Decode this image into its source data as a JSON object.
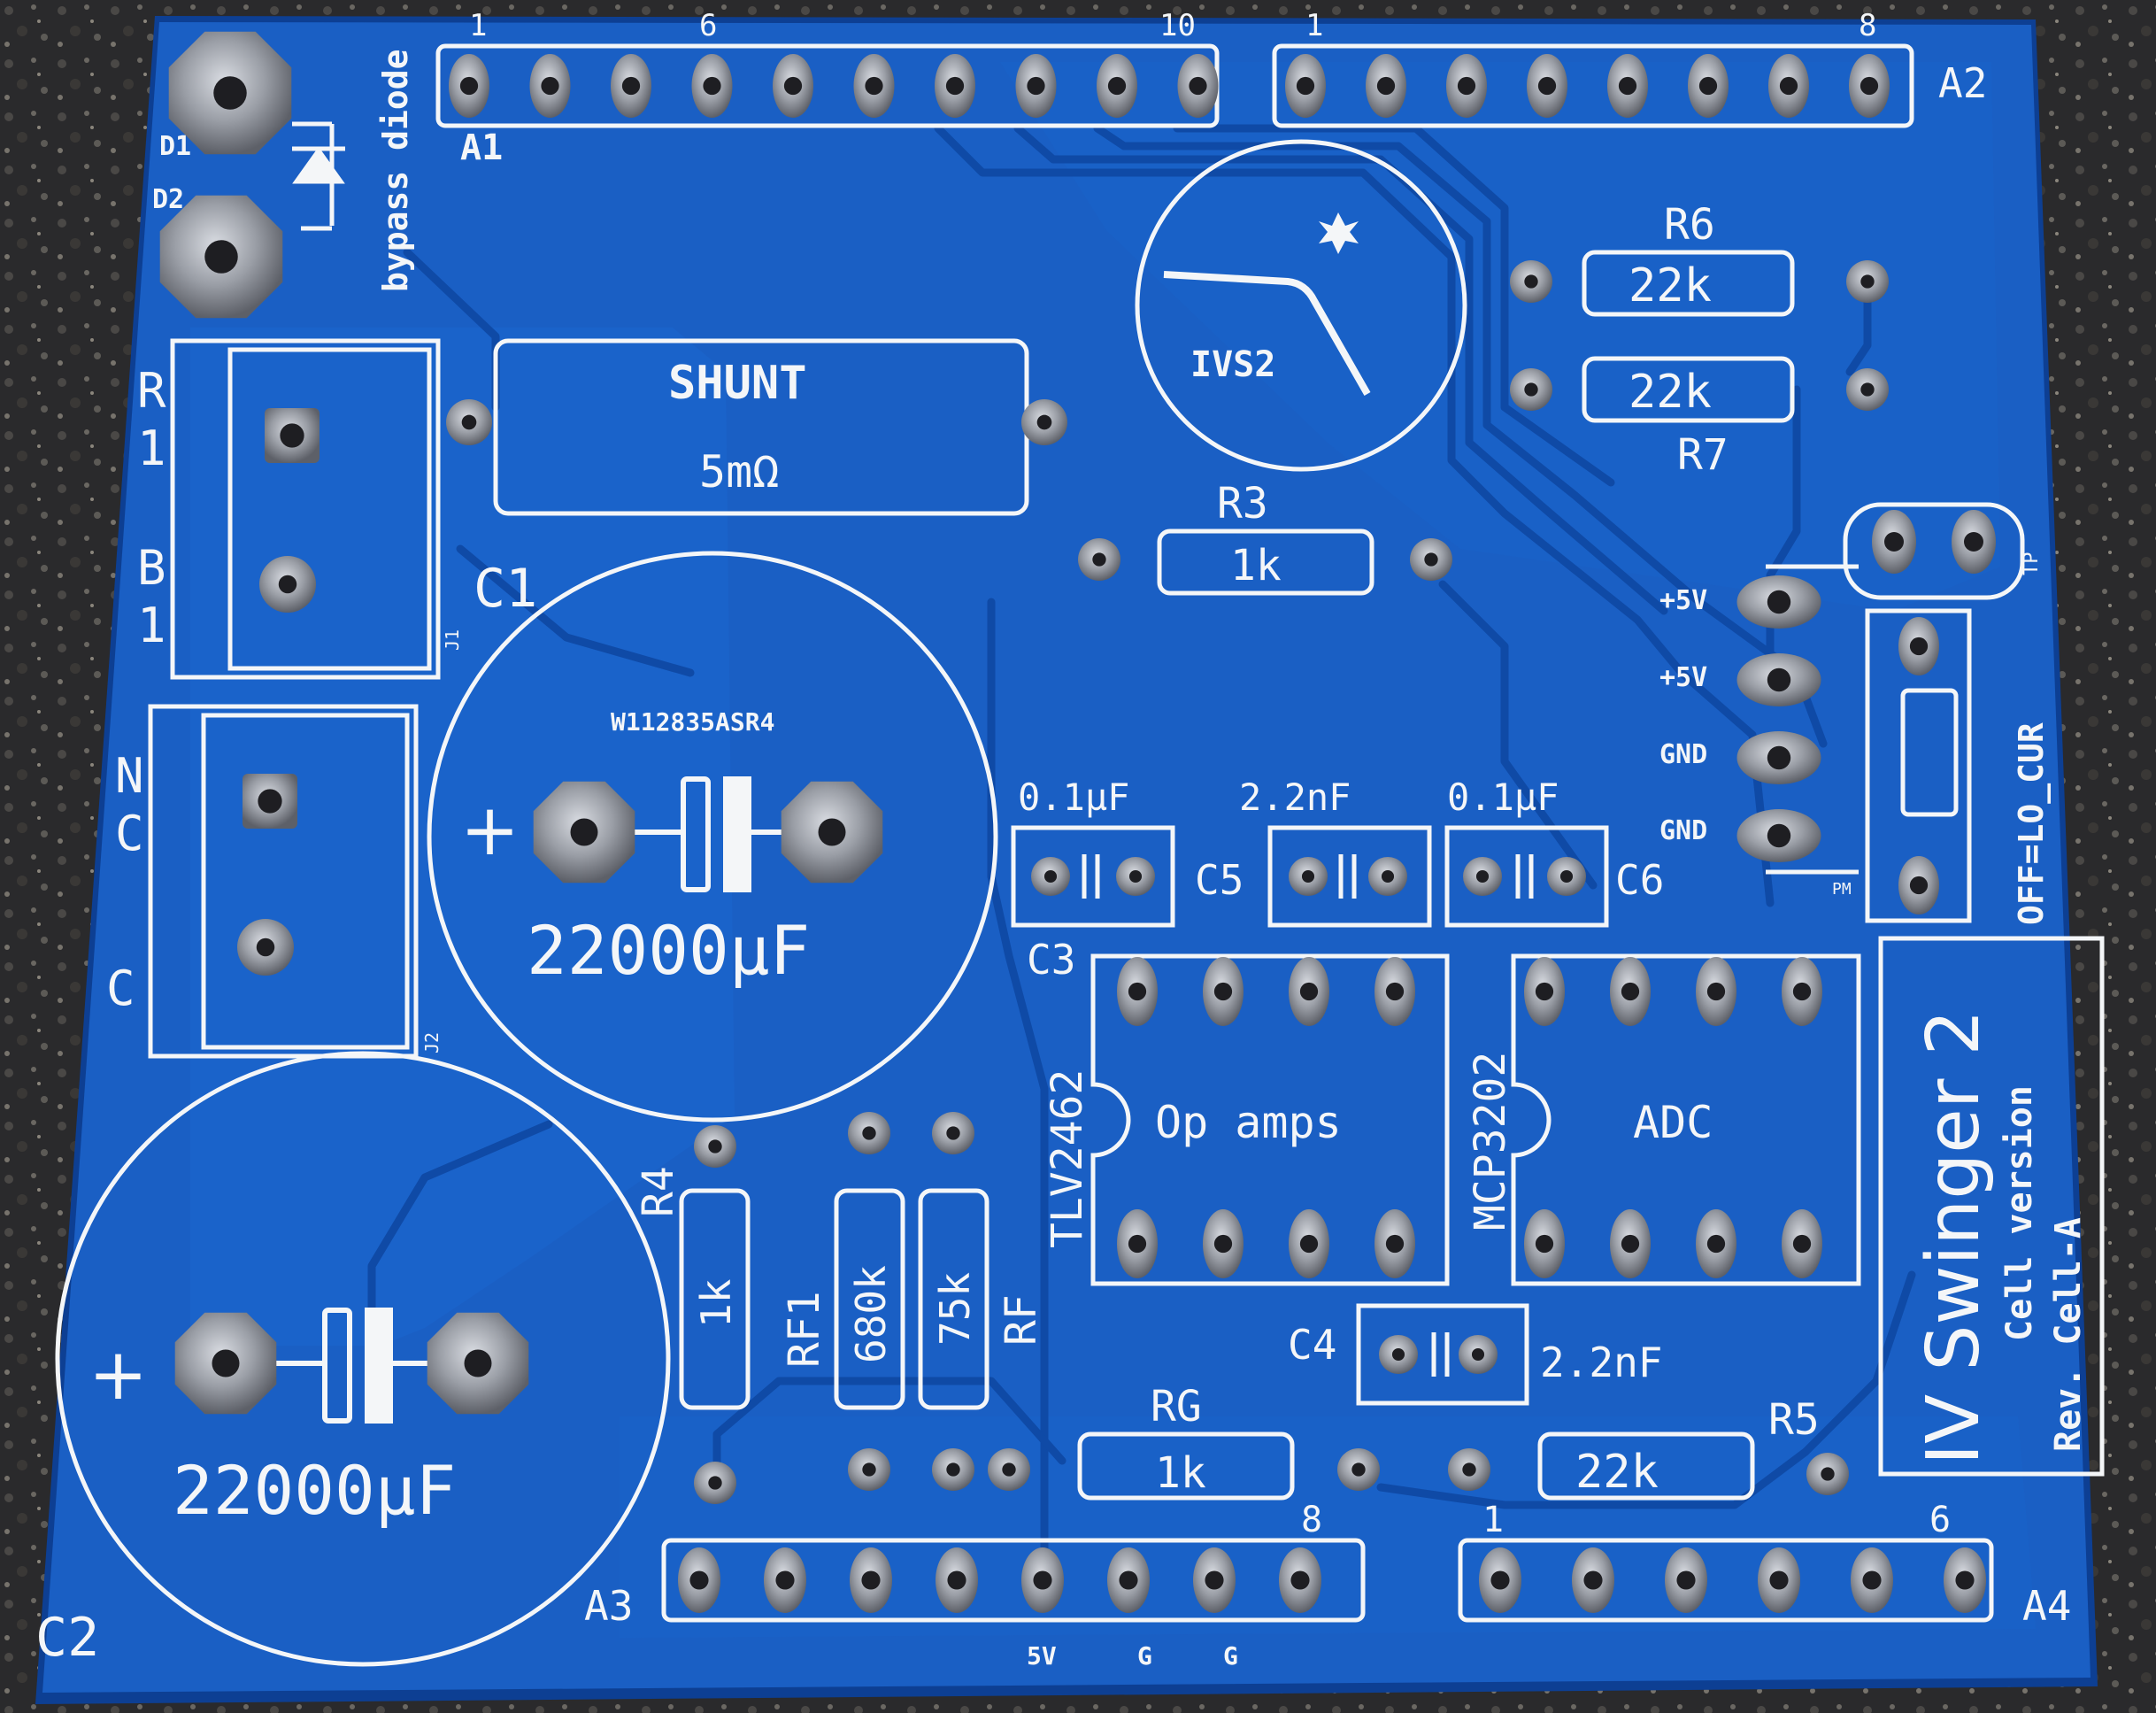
{
  "board": {
    "colors": {
      "background": "#2a2a2c",
      "soldermask": "#1a5fc4",
      "copper_pour": "#1b66cf",
      "trace": "#0f4aa6",
      "silkscreen": "#f4f6f8",
      "pad": "#9a9ea6",
      "hole": "#1e1e22"
    },
    "logo_text": "IVS2",
    "title": "IV Swinger 2",
    "subtitle": "Cell version",
    "revision": "Rev. Cell-A",
    "switch_label": "OFF=LO_CUR",
    "diode_label": "bypass diode",
    "d1": "D1",
    "d2": "D2",
    "shunt_label": "SHUNT",
    "shunt_value": "5mΩ",
    "c1": "C1",
    "c1_part": "W112835ASR4",
    "c1_value": "22000µF",
    "c2": "C2",
    "c2_value": "22000µF",
    "plus": "+",
    "r1_line1": "R",
    "r1_line2": "1",
    "b1_line1": "B",
    "b1_line2": "1",
    "nc_line1": "N",
    "nc_line2": "C",
    "c_label": "C",
    "j1": "J1",
    "j2": "J2",
    "r3": "R3",
    "r3_value": "1k",
    "r6": "R6",
    "r6_value": "22k",
    "r7": "R7",
    "r7_value": "22k",
    "r4": "R4",
    "r4_value": "1k",
    "rf1": "RF1",
    "rf1_value": "680k",
    "rf_value": "75k",
    "rf": "RF",
    "rg": "RG",
    "rg_value": "1k",
    "r5": "R5",
    "r5_value": "22k",
    "c3_value": "0.1µF",
    "c3": "C3",
    "c5_value": "2.2nF",
    "c5": "C5",
    "c6_value": "0.1µF",
    "c6": "C6",
    "c4": "C4",
    "c4_value": "2.2nF",
    "opamp_part": "TLV2462",
    "opamp_label": "Op amps",
    "adc_part": "MCP3202",
    "adc_label": "ADC",
    "pwr1": "+5V",
    "pwr2": "+5V",
    "gnd1": "GND",
    "gnd2": "GND",
    "pm": "PM",
    "tp": "TP",
    "a1": "A1",
    "a1_pin1": "1",
    "a1_pin6": "6",
    "a1_pin10": "10",
    "a2": "A2",
    "a2_pin1": "1",
    "a2_pin8": "8",
    "a3": "A3",
    "a3_pin8": "8",
    "a3_5v": "5V",
    "a3_g1": "G",
    "a3_g2": "G",
    "a4": "A4",
    "a4_pin1": "1",
    "a4_pin6": "6"
  }
}
